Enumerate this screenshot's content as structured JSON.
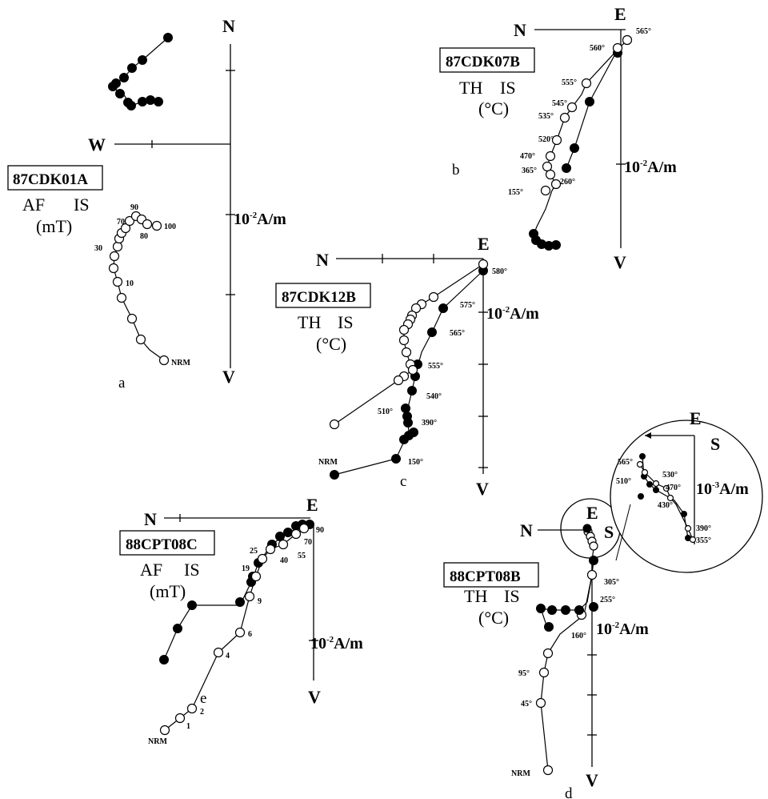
{
  "panels": {
    "a": {
      "id": "87CDK01A",
      "method": "AF",
      "coord": "IS",
      "unit": "(mT)",
      "scale": "10",
      "scale_exp": "-2",
      "scale_unit": "A/m",
      "axes": {
        "top": "N",
        "left": "W",
        "bottom": "V"
      },
      "panel_label": "a",
      "step_labels": [
        "90",
        "70",
        "80",
        "100",
        "30",
        "10",
        "NRM"
      ]
    },
    "b": {
      "id": "87CDK07B",
      "method": "TH",
      "coord": "IS",
      "unit": "(°C)",
      "scale": "10",
      "scale_exp": "-2",
      "scale_unit": "A/m",
      "axes": {
        "left": "N",
        "top": "E",
        "bottom": "V"
      },
      "panel_label": "b",
      "step_labels": [
        "565°",
        "560°",
        "555°",
        "545°",
        "535°",
        "520°",
        "470°",
        "365°",
        "260°",
        "155°"
      ]
    },
    "c": {
      "id": "87CDK12B",
      "method": "TH",
      "coord": "IS",
      "unit": "(°C)",
      "scale": "10",
      "scale_exp": "-2",
      "scale_unit": "A/m",
      "axes": {
        "left": "N",
        "top": "E",
        "bottom": "V"
      },
      "panel_label": "c",
      "step_labels": [
        "580°",
        "575°",
        "565°",
        "555°",
        "540°",
        "510°",
        "390°",
        "150°",
        "NRM"
      ]
    },
    "d": {
      "id": "88CPT08B",
      "method": "TH",
      "coord": "IS",
      "unit": "(°C)",
      "scale": "10",
      "scale_exp": "-2",
      "scale_unit": "A/m",
      "axes": {
        "left": "N",
        "top": "E",
        "right": "S",
        "bottom": "V"
      },
      "panel_label": "d",
      "step_labels": [
        "305°",
        "255°",
        "160°",
        "95°",
        "45°",
        "NRM"
      ],
      "inset": {
        "axes": {
          "top": "E",
          "right": "S"
        },
        "scale": "10",
        "scale_exp": "-3",
        "scale_unit": "A/m",
        "step_labels": [
          "565°",
          "530°",
          "510°",
          "470°",
          "430°",
          "390°",
          "355°"
        ]
      }
    },
    "e": {
      "id": "88CPT08C",
      "method": "AF",
      "coord": "IS",
      "unit": "(mT)",
      "scale": "10",
      "scale_exp": "-2",
      "scale_unit": "A/m",
      "axes": {
        "left": "N",
        "top": "E",
        "bottom": "V"
      },
      "panel_label": "e",
      "step_labels": [
        "90",
        "70",
        "25",
        "40",
        "55",
        "19",
        "9",
        "6",
        "4",
        "2",
        "1",
        "NRM"
      ]
    }
  }
}
